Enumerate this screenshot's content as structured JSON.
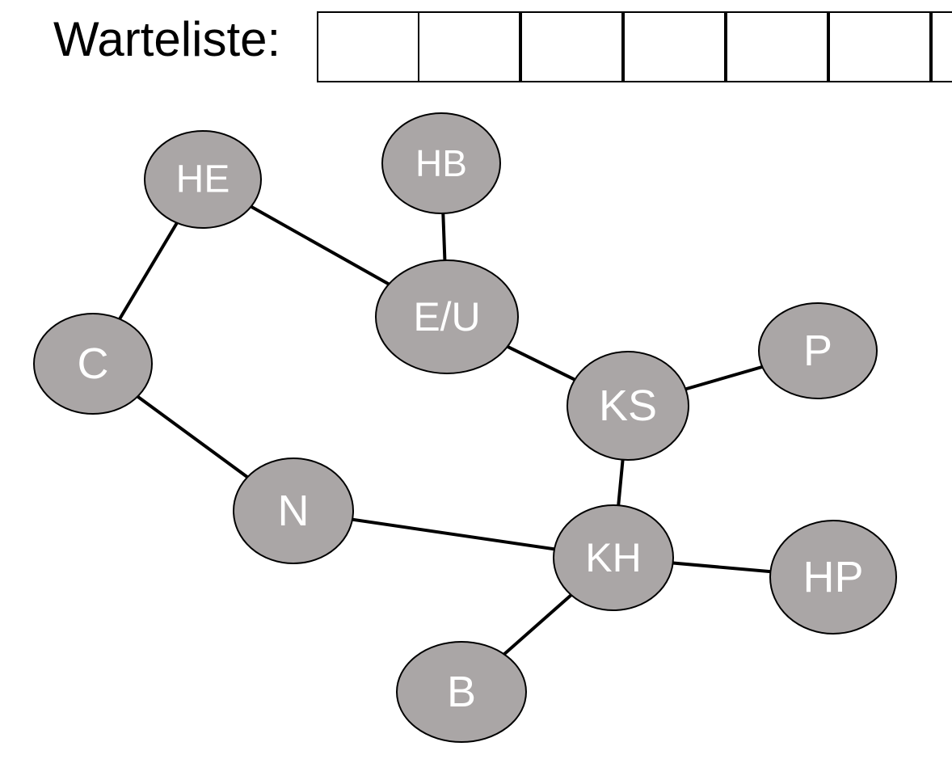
{
  "queue": {
    "label": "Warteliste:",
    "cells": [
      "",
      "",
      "",
      "",
      "",
      "",
      ""
    ]
  },
  "graph": {
    "nodes": [
      {
        "id": "HE",
        "label": "HE"
      },
      {
        "id": "HB",
        "label": "HB"
      },
      {
        "id": "EU",
        "label": "E/U"
      },
      {
        "id": "C",
        "label": "C"
      },
      {
        "id": "KS",
        "label": "KS"
      },
      {
        "id": "P",
        "label": "P"
      },
      {
        "id": "N",
        "label": "N"
      },
      {
        "id": "KH",
        "label": "KH"
      },
      {
        "id": "HP",
        "label": "HP"
      },
      {
        "id": "B",
        "label": "B"
      }
    ],
    "edges": [
      [
        "HE",
        "EU"
      ],
      [
        "HE",
        "C"
      ],
      [
        "HB",
        "EU"
      ],
      [
        "EU",
        "KS"
      ],
      [
        "KS",
        "P"
      ],
      [
        "KS",
        "KH"
      ],
      [
        "C",
        "N"
      ],
      [
        "N",
        "KH"
      ],
      [
        "KH",
        "HP"
      ],
      [
        "KH",
        "B"
      ]
    ],
    "colors": {
      "node_fill": "#aaa6a6",
      "node_stroke": "#000000",
      "node_text": "#ffffff",
      "edge": "#000000"
    }
  }
}
